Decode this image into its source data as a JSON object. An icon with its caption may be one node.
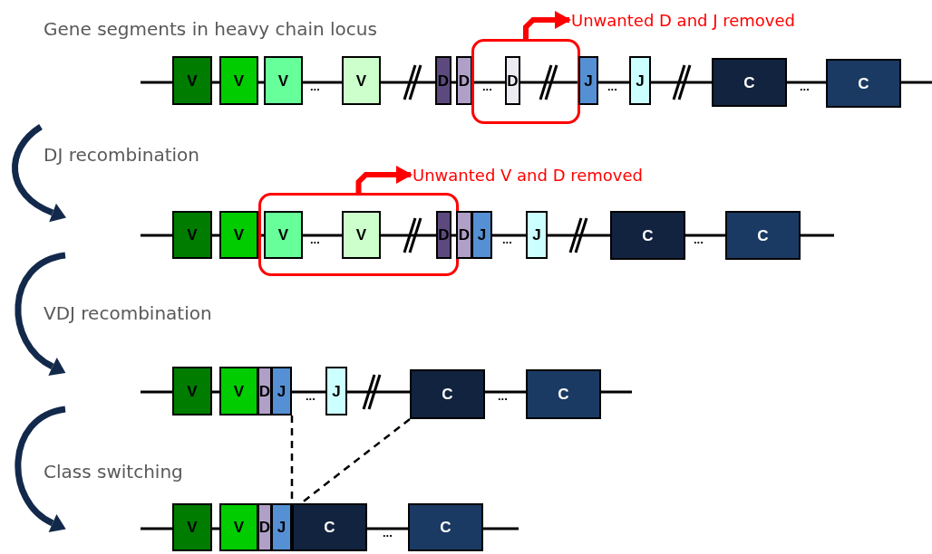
{
  "diagram": {
    "nodes": [
      {
        "text": [
          "Unwanted D and J removed"
        ]
      },
      {
        "text": [
          "V"
        ]
      },
      {
        "text": [
          "V"
        ]
      },
      {
        "text": [
          "V"
        ]
      },
      {
        "text": [
          "V"
        ]
      },
      {
        "text": [
          "D"
        ]
      },
      {
        "text": [
          "D"
        ]
      },
      {
        "text": [],
        "shape": "box"
      },
      {
        "text": [
          "D"
        ],
        "in": 7
      },
      {
        "text": [
          "J"
        ]
      },
      {
        "text": [
          "J"
        ]
      },
      {
        "text": [
          "C"
        ]
      },
      {
        "text": [
          "C"
        ]
      },
      {
        "text": [
          "Unwanted V and D removed"
        ]
      },
      {
        "text": [
          "V"
        ]
      },
      {
        "text": [
          "V"
        ]
      },
      {
        "text": [],
        "shape": "box"
      },
      {
        "text": [
          "V"
        ],
        "in": 16
      },
      {
        "text": [
          "V"
        ],
        "in": 16
      },
      {
        "text": [
          "D"
        ],
        "in": 16
      },
      {
        "text": [
          "D"
        ]
      },
      {
        "text": [
          "J"
        ]
      },
      {
        "text": [
          "J"
        ]
      },
      {
        "text": [
          "C"
        ]
      },
      {
        "text": [
          "C"
        ]
      },
      {
        "text": [
          "V"
        ]
      },
      {
        "text": [
          "V"
        ]
      },
      {
        "text": [
          "D"
        ]
      },
      {
        "text": [
          "J"
        ]
      },
      {
        "text": [
          "J"
        ]
      },
      {
        "text": [
          "C"
        ]
      },
      {
        "text": [
          "C"
        ]
      },
      {
        "text": [
          "V"
        ]
      },
      {
        "text": [
          "V"
        ]
      },
      {
        "text": [
          "D"
        ]
      },
      {
        "text": [
          "J"
        ]
      },
      {
        "text": [
          "C"
        ]
      },
      {
        "text": [
          "C"
        ]
      }
    ],
    "edges": [
      {
        "from": 7,
        "to": 0,
        "arrow": "to",
        "style": "thick",
        "color": "#ff0000"
      },
      {
        "from": 16,
        "to": 13,
        "arrow": "to",
        "style": "thick",
        "color": "#ff0000"
      },
      {
        "from": 28,
        "to": 35,
        "arrow": "none",
        "style": "dashed",
        "color": "#000000"
      },
      {
        "from": 30,
        "to": 36,
        "arrow": "none",
        "style": "dashed",
        "color": "#000000"
      }
    ],
    "labels": [
      "Gene segments in heavy chain locus",
      "...",
      "...",
      "...",
      "...",
      "DJ recombination",
      "...",
      "...",
      "...",
      "VDJ recombination",
      "...",
      "...",
      "Class switching",
      "..."
    ]
  }
}
